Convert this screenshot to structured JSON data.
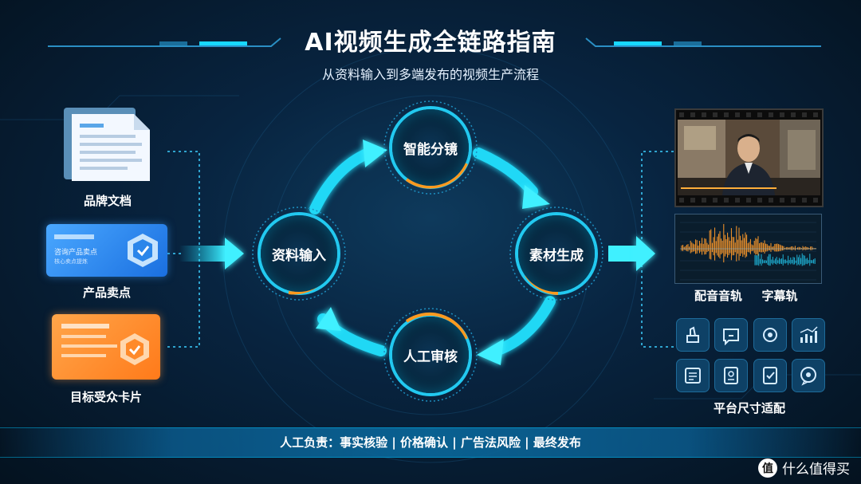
{
  "header": {
    "title": "AI视频生成全链路指南",
    "subtitle": "从资料输入到多端发布的视频生产流程"
  },
  "inputs": [
    {
      "label": "品牌文档",
      "icon": "document-icon"
    },
    {
      "label": "产品卖点",
      "icon": "product-card-icon",
      "card_line_1": "咨询产品卖点",
      "card_line_2": "核心卖点提炼"
    },
    {
      "label": "目标受众卡片",
      "icon": "audience-card-icon"
    }
  ],
  "cycle": {
    "nodes": [
      "资料输入",
      "智能分镜",
      "素材生成",
      "人工审核"
    ]
  },
  "outputs": {
    "video_caption": "",
    "track_labels": [
      "配音音轨",
      "字幕轨"
    ],
    "platform_label": "平台尺寸适配",
    "platform_icons": [
      "share-icon",
      "message-icon",
      "cloud-icon",
      "stats-icon",
      "list-icon",
      "badge-icon",
      "check-icon",
      "eye-icon"
    ]
  },
  "footer": {
    "text": "人工负责：事实核验 | 价格确认 | 广告法风险 | 最终发布"
  },
  "watermark": {
    "logo": "值",
    "text": "什么值得买"
  },
  "colors": {
    "accent": "#18d8ff",
    "orange": "#ff9a1f",
    "background": "#061424"
  }
}
